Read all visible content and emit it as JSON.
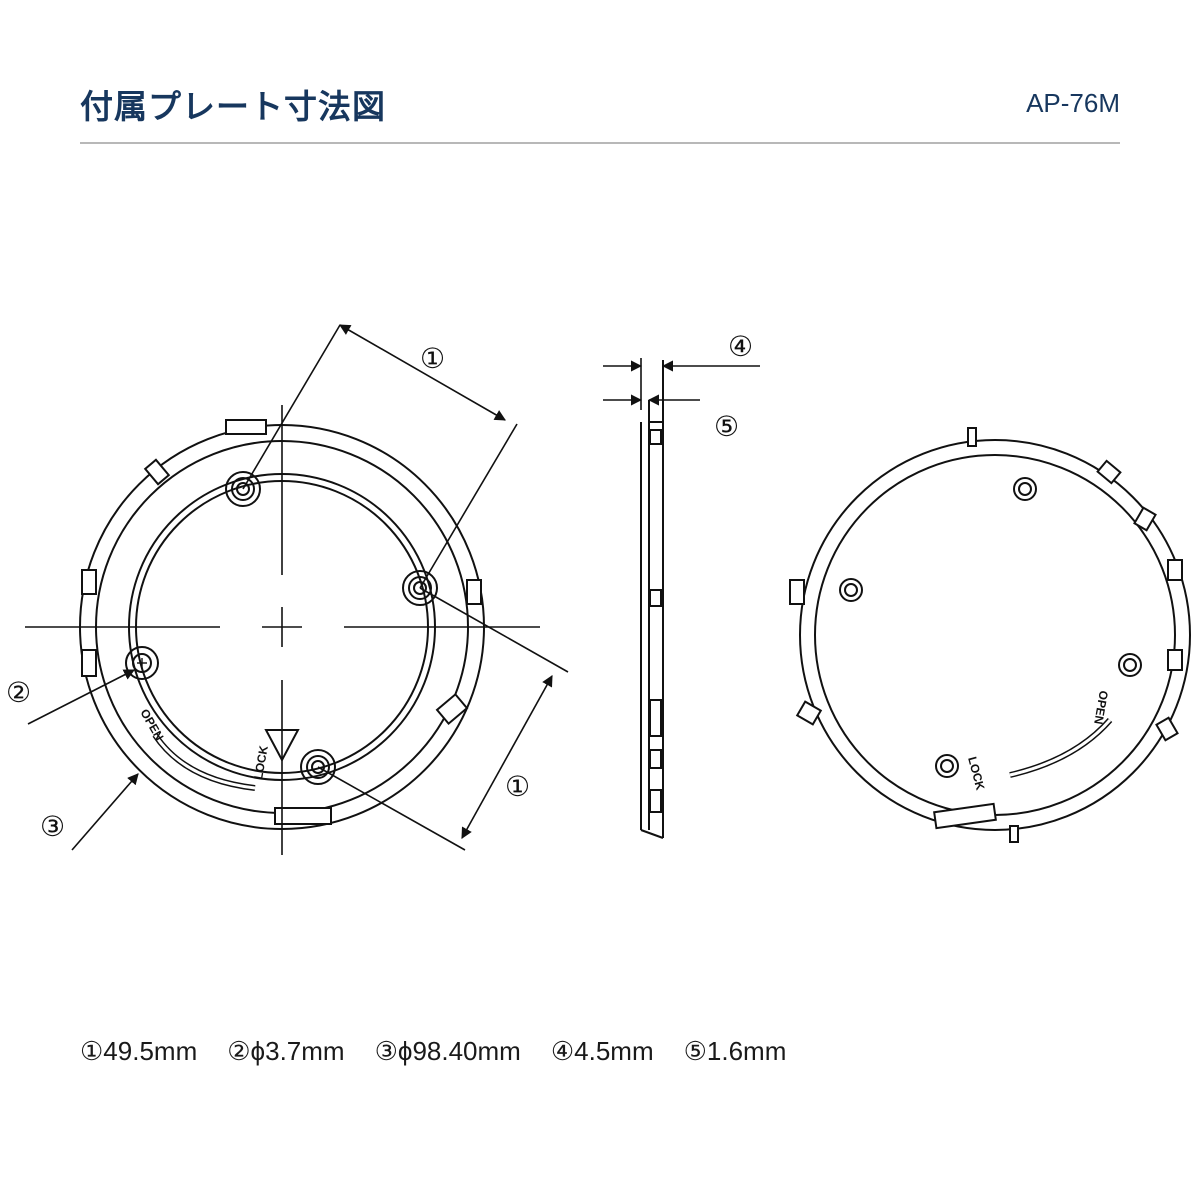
{
  "header": {
    "title": "付属プレート寸法図",
    "model": "AP-76M"
  },
  "callouts": {
    "c1": "①",
    "c2": "②",
    "c3": "③",
    "c4": "④",
    "c5": "⑤"
  },
  "ring_labels": {
    "open": "OPEN",
    "lock": "LOCK"
  },
  "legend": [
    {
      "text": "①49.5mm"
    },
    {
      "text": "②ϕ3.7mm"
    },
    {
      "text": "③ϕ98.40mm"
    },
    {
      "text": "④4.5mm"
    },
    {
      "text": "⑤1.6mm"
    }
  ]
}
